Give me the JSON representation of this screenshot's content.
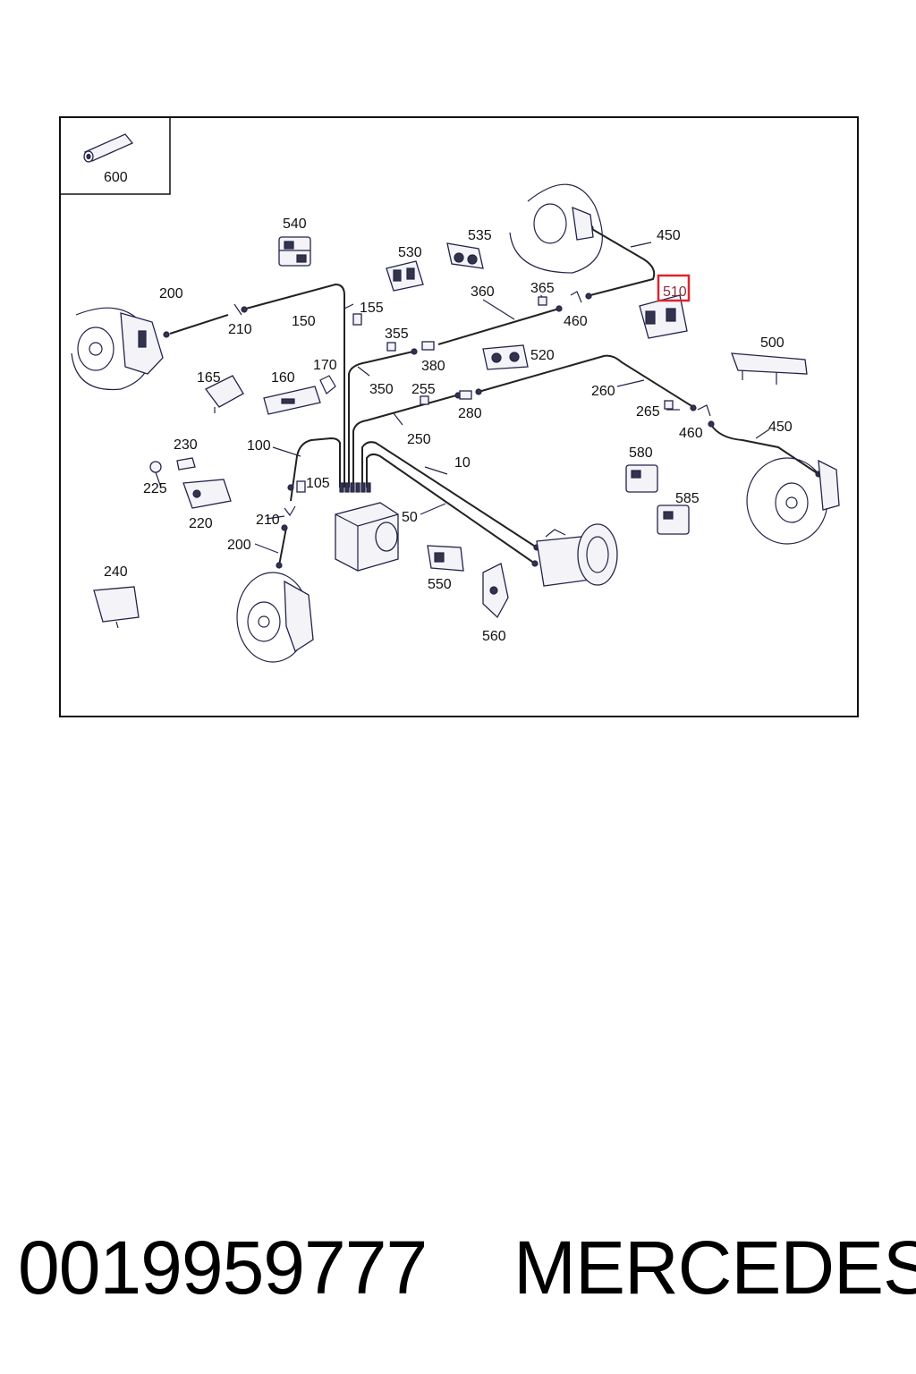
{
  "diagram": {
    "labels": {
      "l600": "600",
      "l540": "540",
      "l530": "530",
      "l535": "535",
      "l450a": "450",
      "l510": "510",
      "l200a": "200",
      "l210a": "210",
      "l150": "150",
      "l155": "155",
      "l360": "360",
      "l365": "365",
      "l460a": "460",
      "l355": "355",
      "l380": "380",
      "l520": "520",
      "l500": "500",
      "l165": "165",
      "l160": "160",
      "l170": "170",
      "l350": "350",
      "l255": "255",
      "l280": "280",
      "l260": "260",
      "l265": "265",
      "l460b": "460",
      "l450b": "450",
      "l250": "250",
      "l230": "230",
      "l100": "100",
      "l225": "225",
      "l105": "105",
      "l10": "10",
      "l580": "580",
      "l220": "220",
      "l585": "585",
      "l50": "50",
      "l210b": "210",
      "l200b": "200",
      "l240": "240",
      "l550": "550",
      "l560": "560"
    },
    "highlight_color": "#d9262e"
  },
  "footer": {
    "part_number": "0019959777",
    "brand": "MERCEDES"
  }
}
